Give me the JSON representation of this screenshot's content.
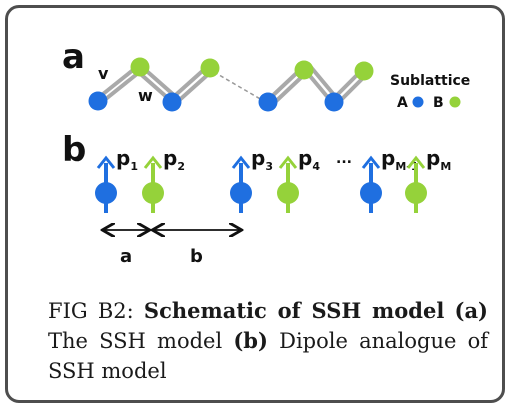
{
  "panel_a": {
    "label": "a",
    "v_label": "v",
    "w_label": "w",
    "legend_title": "Sublattice",
    "legend_a": "A",
    "legend_b": "B",
    "colors": {
      "A": "#1f6fe0",
      "B": "#95d23a",
      "bond": "#a9a9a9"
    }
  },
  "panel_b": {
    "label": "b",
    "dipoles": [
      {
        "sublattice": "A",
        "name": "p",
        "sub": "1"
      },
      {
        "sublattice": "B",
        "name": "p",
        "sub": "2"
      },
      {
        "sublattice": "A",
        "name": "p",
        "sub": "3"
      },
      {
        "sublattice": "B",
        "name": "p",
        "sub": "4"
      },
      {
        "sublattice": "A",
        "name": "p",
        "sub": "M-1"
      },
      {
        "sublattice": "B",
        "name": "p",
        "sub": "M"
      }
    ],
    "ellipsis": "...",
    "dist_a": "a",
    "dist_b": "b"
  },
  "caption": {
    "fig": "FIG B2:",
    "title": "Schematic of SSH model",
    "a_tag": "(a)",
    "a_text": "The SSH model",
    "b_tag": "(b)",
    "b_text": "Dipole analogue of SSH model"
  }
}
